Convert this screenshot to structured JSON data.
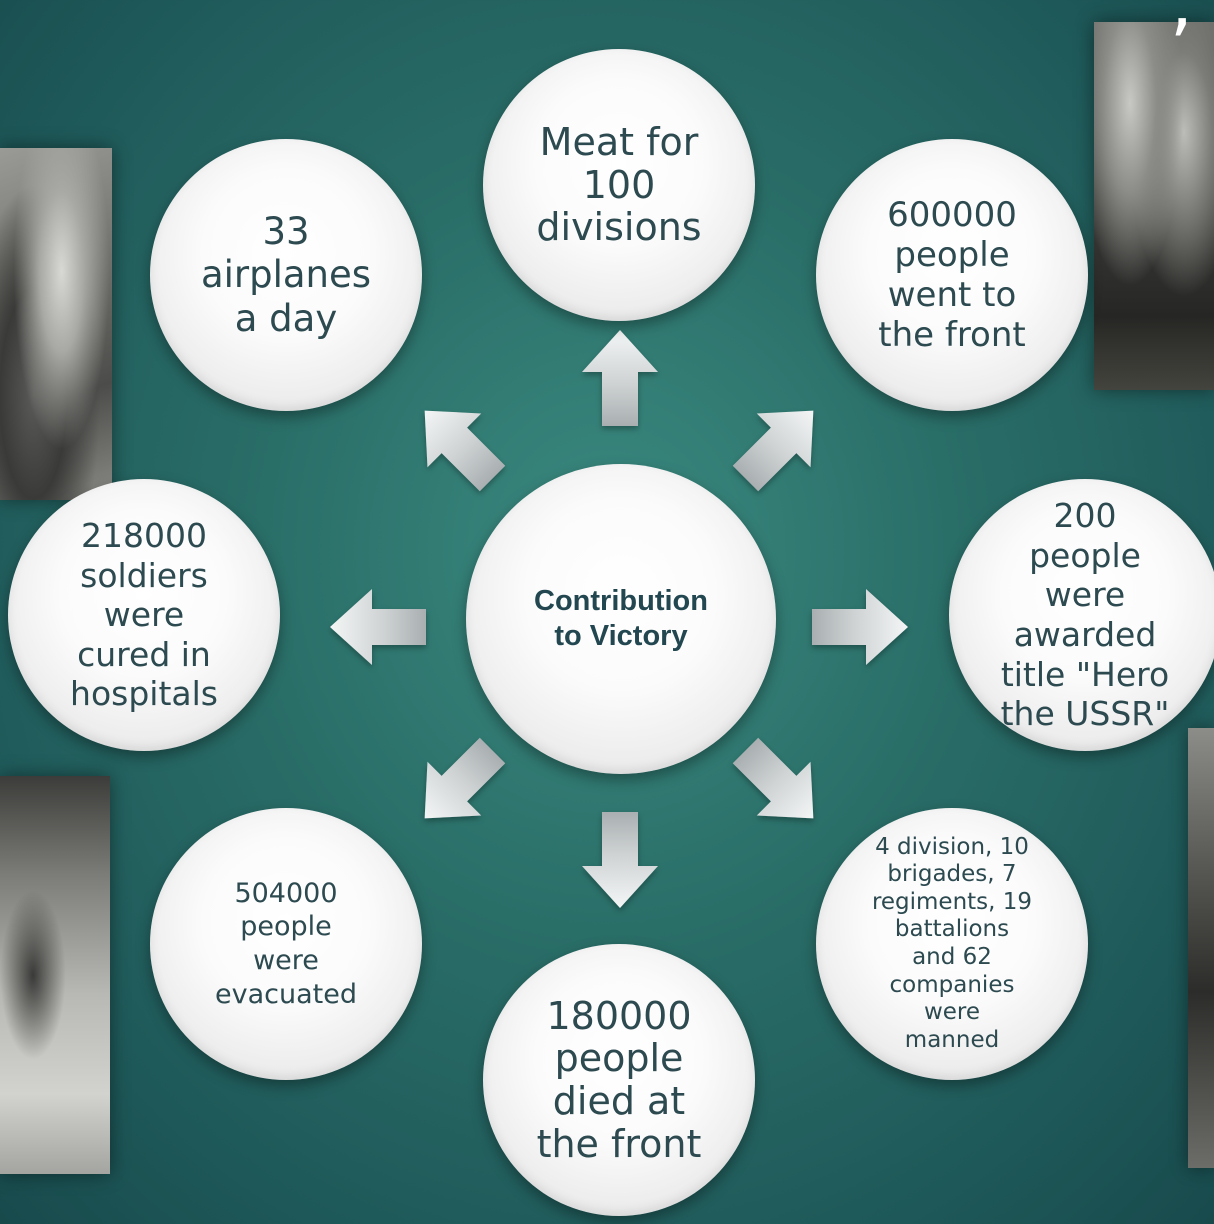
{
  "title_fragment": ",",
  "center": {
    "line1": "Contribution",
    "line2": "to Victory"
  },
  "nodes": {
    "top": [
      "Meat for",
      "100",
      "divisions"
    ],
    "top_right": [
      "600000",
      "people",
      "went to",
      "the front"
    ],
    "right": [
      "200",
      "people",
      "were",
      "awarded",
      "title \"Hero",
      "the USSR\""
    ],
    "bottom_right": [
      "4 division, 10",
      "brigades, 7",
      "regiments, 19",
      "battalions",
      "and 62",
      "companies",
      "were",
      "manned"
    ],
    "bottom": [
      "180000",
      "people",
      "died at",
      "the front"
    ],
    "bottom_left": [
      "504000",
      "people",
      "were",
      "evacuated"
    ],
    "left": [
      "218000",
      "soldiers",
      "were",
      "cured in",
      "hospitals"
    ],
    "top_left": [
      "33",
      "airplanes",
      "a day"
    ]
  },
  "colors": {
    "background": "#2a6e68",
    "circle_fill": "#ffffff",
    "text": "#2c4a50",
    "arrow": "#c8ccce"
  }
}
